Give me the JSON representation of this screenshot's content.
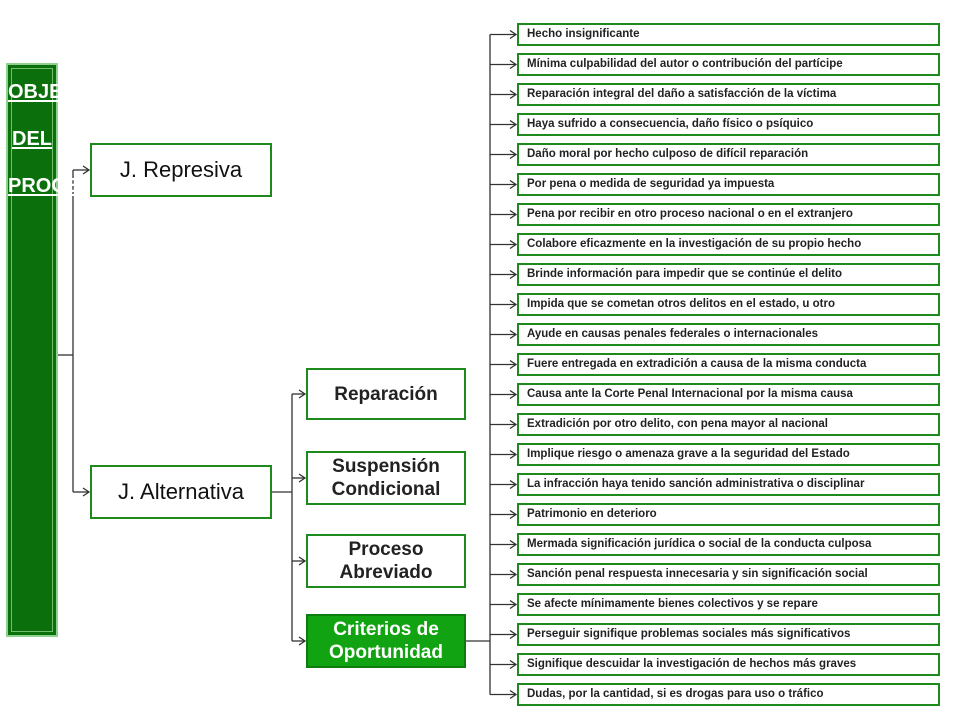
{
  "root": {
    "label": "OBJETO\n\nDEL\n\nPROCESO"
  },
  "level1": [
    {
      "label": "J. Represiva"
    },
    {
      "label": "J. Alternativa"
    }
  ],
  "level2": [
    {
      "label": "Reparación",
      "active": false
    },
    {
      "label": "Suspensión Condicional",
      "active": false
    },
    {
      "label": "Proceso Abreviado",
      "active": false
    },
    {
      "label": "Criterios de Oportunidad",
      "active": true
    }
  ],
  "criteria": [
    "Hecho insignificante",
    "Mínima culpabilidad del autor o contribución del partícipe",
    "Reparación integral del daño a satisfacción de la víctima",
    "Haya sufrido a consecuencia, daño físico o psíquico",
    "Daño moral por hecho culposo de difícil reparación",
    "Por pena o medida de seguridad ya impuesta",
    "Pena por recibir en otro proceso nacional o en el extranjero",
    "Colabore eficazmente en la investigación de su propio hecho",
    "Brinde información para impedir que se continúe el delito",
    "Impida que se cometan otros delitos en el estado, u otro",
    "Ayude en causas penales federales o internacionales",
    "Fuere entregada en extradición a causa de la misma conducta",
    "Causa ante la Corte Penal Internacional  por la misma causa",
    "Extradición por otro delito, con pena mayor al nacional",
    "Implique riesgo o amenaza grave a la seguridad del Estado",
    "La infracción haya tenido sanción administrativa o disciplinar",
    "Patrimonio en deterioro",
    "Mermada significación jurídica o social de la conducta culposa",
    "Sanción penal respuesta innecesaria y sin significación social",
    "Se afecte mínimamente bienes colectivos y se repare",
    "Perseguir signifique  problemas sociales más significativos",
    "Signifique descuidar la investigación de hechos más graves",
    "Dudas, por la cantidad, si es drogas para uso o tráfico"
  ],
  "colors": {
    "dark_green": "#0b6f0b",
    "border_green": "#1e8a1e",
    "active_green": "#12a312",
    "line": "#333333"
  }
}
